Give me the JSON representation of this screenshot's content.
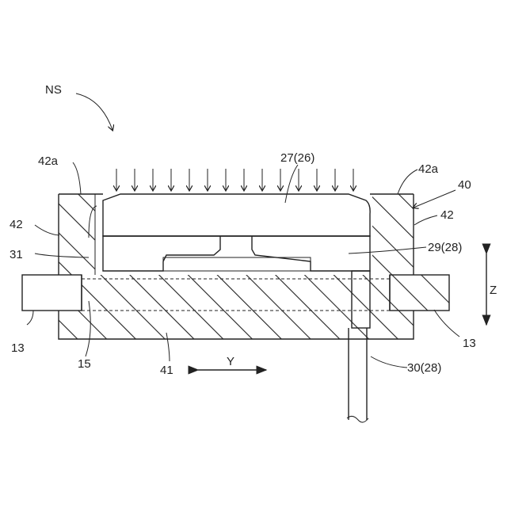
{
  "labels": {
    "ns": "NS",
    "mold_corner_left": "42a",
    "mold_corner_right": "42a",
    "mold_ref": "40",
    "mold_wall_left": "42",
    "mold_wall_right": "42",
    "chip": "27(26)",
    "recess": "31",
    "frame": "29(28)",
    "lead_left": "13",
    "lead_right": "13",
    "gap": "15",
    "base": "41",
    "lead_out": "30(28)",
    "axis_y": "Y",
    "axis_z": "Z"
  },
  "pressure_arrow_count": 14
}
